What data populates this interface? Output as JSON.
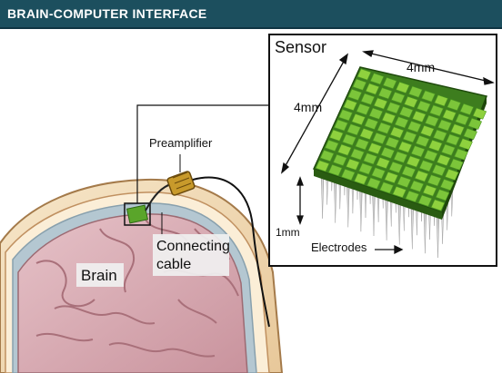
{
  "header": {
    "title": "BRAIN-COMPUTER INTERFACE"
  },
  "labels": {
    "sensor": "Sensor",
    "width_top": "4mm",
    "width_left": "4mm",
    "height": "1mm",
    "electrodes": "Electrodes",
    "preamplifier": "Preamplifier",
    "cable_line1": "Connecting",
    "cable_line2": "cable",
    "brain": "Brain"
  },
  "colors": {
    "title_bar": "#1c4f5e",
    "sensor_green": "#7cc53a",
    "sensor_dark": "#2f6a18",
    "brain_pink": "#d9aeb6",
    "skull": "#f3dcb7"
  }
}
